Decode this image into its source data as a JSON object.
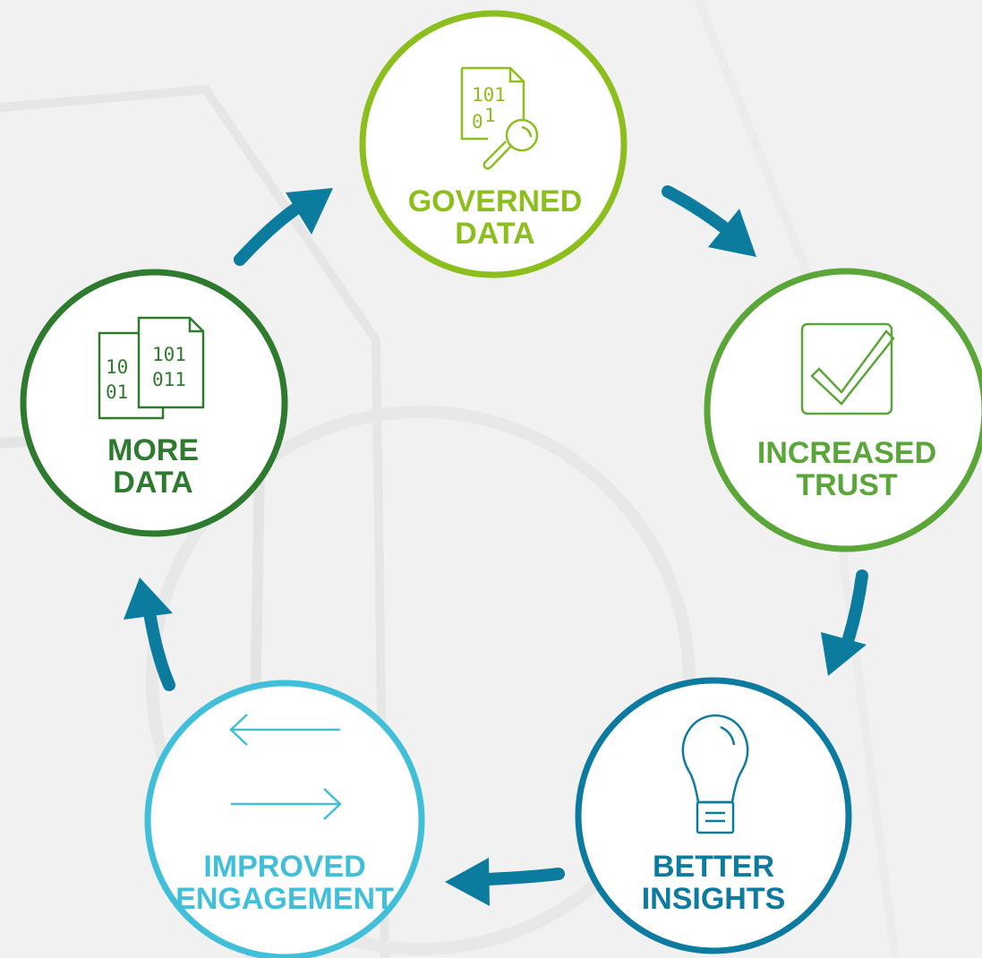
{
  "colors": {
    "background": "#f1f1f1",
    "arrow": "#0b7c9e",
    "governed": "#8cbf1e",
    "trust": "#5aa639",
    "insights": "#0d7aa0",
    "engagement": "#41bfd9",
    "more": "#2e7a2e"
  },
  "nodes": {
    "governed": {
      "line1": "GOVERNED",
      "line2": "DATA",
      "icon": "document-binary-search-icon",
      "icon_text": {
        "row1": "101",
        "row2": "0",
        "row2b": "1"
      }
    },
    "trust": {
      "line1": "INCREASED",
      "line2": "TRUST",
      "icon": "checkbox-check-icon"
    },
    "insights": {
      "line1": "BETTER",
      "line2": "INSIGHTS",
      "icon": "lightbulb-icon"
    },
    "engagement": {
      "line1": "IMPROVED",
      "line2": "ENGAGEMENT",
      "icon": "two-way-arrows-icon"
    },
    "more": {
      "line1": "MORE",
      "line2": "DATA",
      "icon": "two-documents-binary-icon",
      "icon_text": {
        "back_row1": "10",
        "back_row2": "01",
        "front_row1": "101",
        "front_row2": "011"
      }
    }
  },
  "arrows": [
    {
      "from": "more",
      "to": "governed"
    },
    {
      "from": "governed",
      "to": "trust"
    },
    {
      "from": "trust",
      "to": "insights"
    },
    {
      "from": "insights",
      "to": "engagement"
    },
    {
      "from": "engagement",
      "to": "more"
    }
  ]
}
